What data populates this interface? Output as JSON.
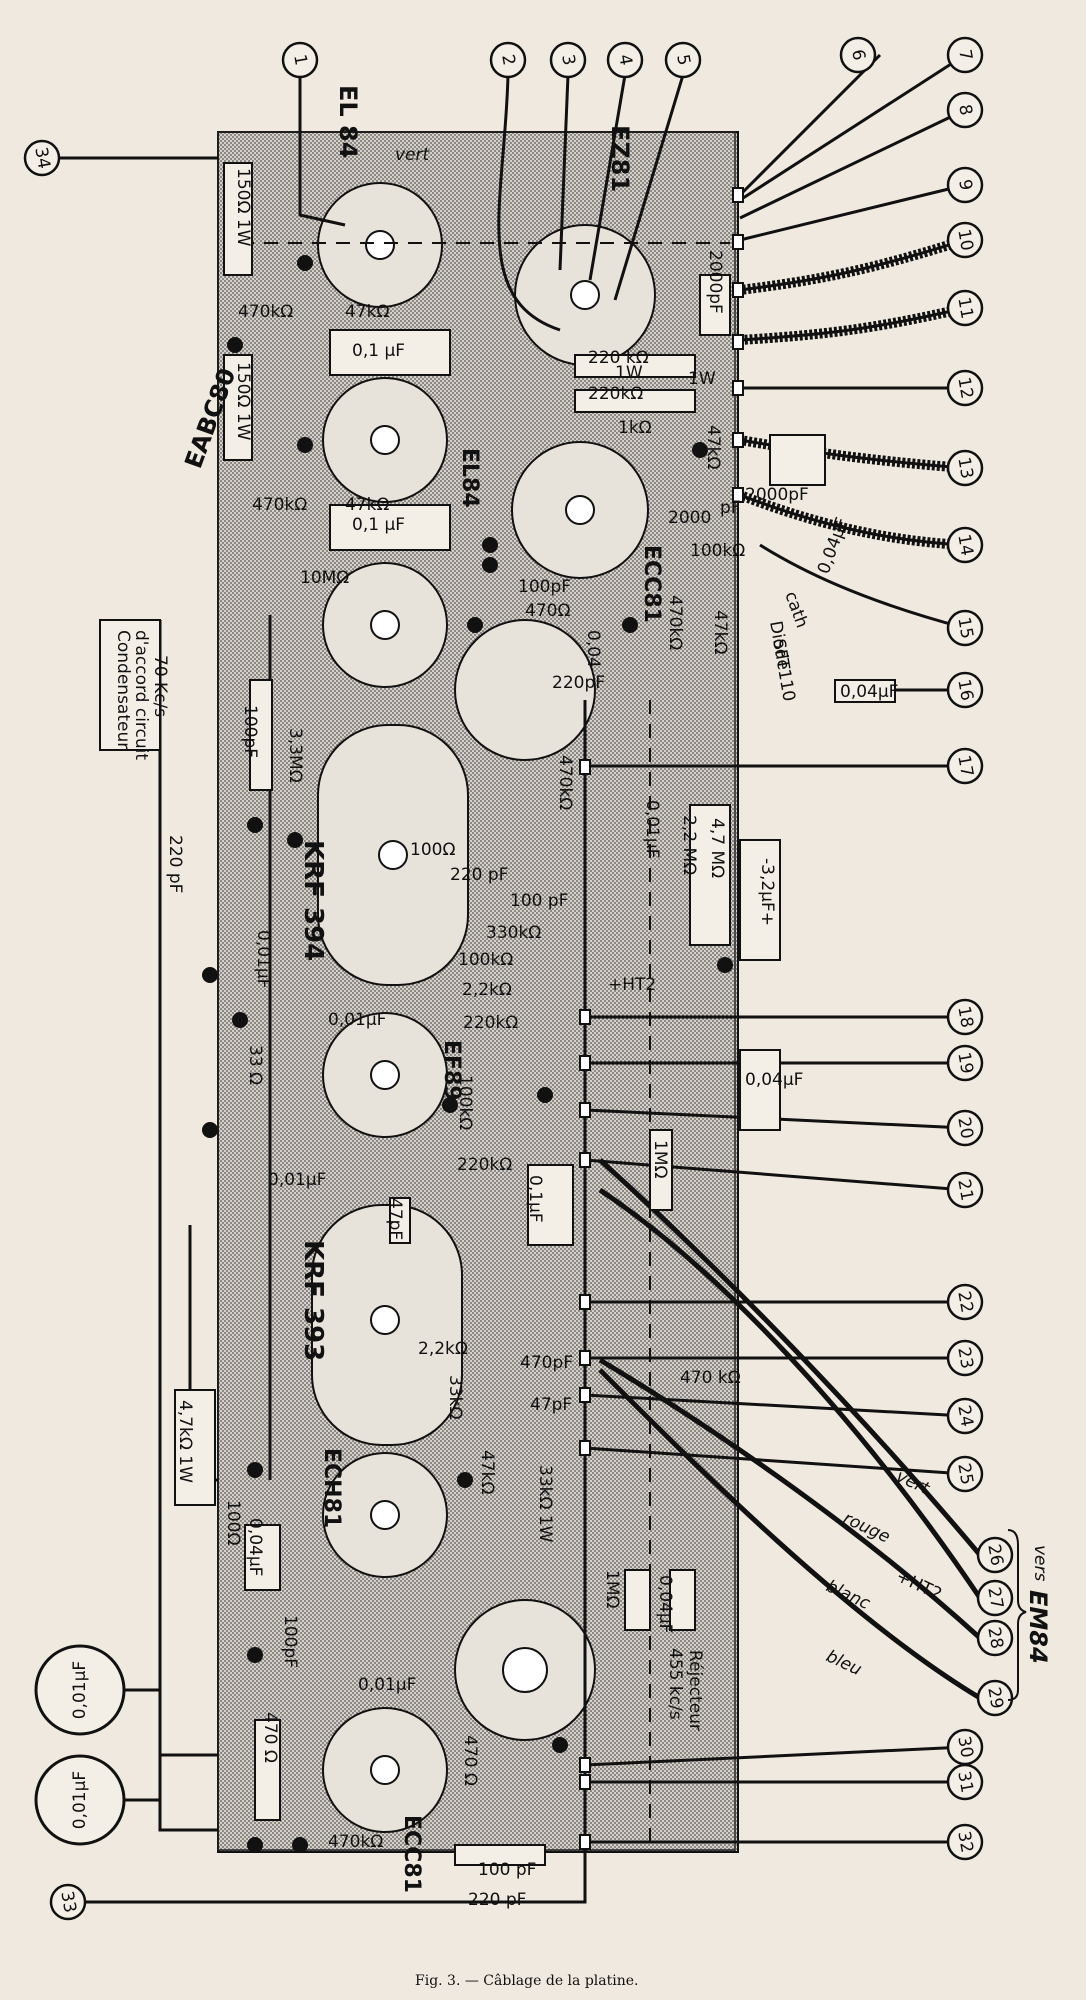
{
  "caption": "Fig. 3. — Câblage de la platine.",
  "tubes": [
    "EL 84",
    "EZ81",
    "EL84",
    "EABC80",
    "ECC81",
    "KRF 394",
    "EF89",
    "KRF 393",
    "ECH81",
    "ECC81"
  ],
  "terminals": [
    "1",
    "2",
    "3",
    "4",
    "5",
    "6",
    "7",
    "8",
    "9",
    "10",
    "11",
    "12",
    "13",
    "14",
    "15",
    "16",
    "17",
    "18",
    "19",
    "20",
    "21",
    "22",
    "23",
    "24",
    "25",
    "26",
    "27",
    "28",
    "29",
    "30",
    "31",
    "32",
    "33",
    "34"
  ],
  "components": {
    "r_150_1w_a": "150Ω 1W",
    "r_470k_a": "470kΩ",
    "r_47k_a": "47kΩ",
    "c_01_a": "0,1 µF",
    "r_150_1w_b": "150Ω 1W",
    "r_470k_b": "470kΩ",
    "r_47k_b": "47kΩ",
    "c_01_b": "0,1 µF",
    "r_10M": "10MΩ",
    "r_220k_1w": "220 kΩ",
    "r_1w_a": "1W",
    "r_220k_1w_b": "220kΩ",
    "r_1w_b": "1W",
    "r_1k": "1kΩ",
    "r_47k_c": "47kΩ",
    "c_2000_a": "2000pF",
    "c_2000_b": "2000",
    "c_pF": "pF",
    "r_100k_a": "100kΩ",
    "c_100p_a": "100pF",
    "r_470_a": "470Ω",
    "r_470k_c": "470kΩ",
    "r_47k_d": "47kΩ",
    "c_004_a": "0,04",
    "c_220p_a": "220pF",
    "c_2000_c": "2000pF",
    "c_004_b": "0,04µF",
    "c_004_c": "0,04µF",
    "cath": "cath",
    "diode": "Diode",
    "sft110": "SFT110",
    "cond_line1": "Condensateur",
    "cond_line2": "d'accord circuit",
    "cond_line3": "70 Kc/s",
    "c_220p_b": "220 pF",
    "r_100": "100Ω",
    "c_220p_c": "220 pF",
    "c_100p_b": "100 pF",
    "r_330k": "330kΩ",
    "r_100k_b": "100kΩ",
    "r_2_2k_a": "2,2kΩ",
    "r_220k_a": "220kΩ",
    "r_470k_e": "470kΩ",
    "c_001_a": "0,01µF",
    "r_3_3M": "3,3MΩ",
    "c_100p_c": "100pF",
    "c_001_b": "0,01µF",
    "r_2_2M": "2,2 MΩ",
    "r_4_7M": "4,7 MΩ",
    "c_3_2": "-3,2µF+",
    "ht2_a": "+HT2",
    "c_001_c": "0,01µF",
    "r_220k_b": "220kΩ",
    "r_33": "33 Ω",
    "r_100k_c": "100kΩ",
    "c_004_d": "0,04µF",
    "r_220k_c": "220kΩ",
    "c_01_c": "0,1µF",
    "r_1M_a": "1MΩ",
    "c_001_d": "0,01µF",
    "c_47p_a": "47pF",
    "r_2_2k_b": "2,2kΩ",
    "r_33k": "33kΩ",
    "c_470p": "470pF",
    "r_470k_f": "470 kΩ",
    "r_47k_e": "47kΩ",
    "c_47p_b": "47pF",
    "r_33_0_1w": "33kΩ 1W",
    "r_4_7k_1w": "4,7kΩ 1W",
    "r_100_b": "100Ω",
    "c_004_e": "0,04µF",
    "r_1M_b": "1MΩ",
    "c_004_f": "0,04µF",
    "c_100p_d": "100pF",
    "c_001_e": "0,01µF",
    "r_470_b": "470 Ω",
    "r_470_c": "470 Ω",
    "r_470k_g": "470kΩ",
    "c_100p_e": "100 pF",
    "c_220p_d": "220 pF",
    "c_001_ext_a": "0,01µF",
    "c_001_ext_b": "0,01µF",
    "rejecteur_line1": "Réjecteur",
    "rejecteur_line2": "455 kc/s"
  },
  "wires": {
    "vert_a": "vert",
    "vert_b": "vert",
    "rouge": "rouge",
    "ht2_b": "+HT2",
    "blanc": "blanc",
    "bleu": "bleu",
    "vers": "vers",
    "em84": "EM84"
  },
  "colors": {
    "ink": "#141414",
    "paper": "#efe9df",
    "board": "#b9b4ab"
  }
}
